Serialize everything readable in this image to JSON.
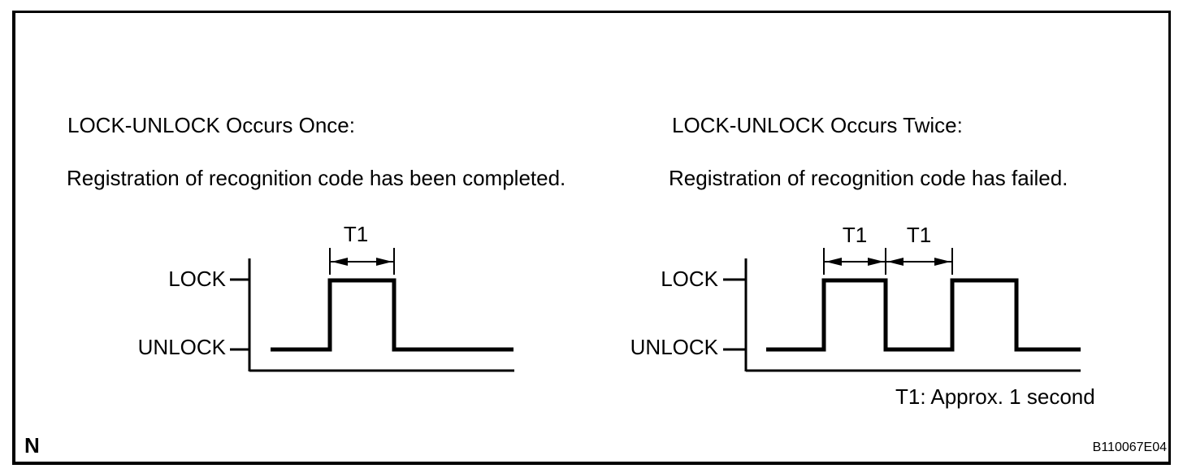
{
  "page": {
    "background_color": "#ffffff",
    "ink_color": "#000000"
  },
  "panels": [
    {
      "heading": "LOCK-UNLOCK Occurs Once:",
      "description": "Registration of recognition code has been completed.",
      "diagram": {
        "high_label": "LOCK",
        "low_label": "UNLOCK",
        "intervals": [
          "T1"
        ],
        "waveform": {
          "type": "pulse-train",
          "pulse_count": 1,
          "levels_sequence": [
            "UNLOCK",
            "LOCK",
            "UNLOCK"
          ],
          "pulse_width_label": "T1"
        }
      }
    },
    {
      "heading": "LOCK-UNLOCK Occurs Twice:",
      "description": "Registration of recognition code has failed.",
      "diagram": {
        "high_label": "LOCK",
        "low_label": "UNLOCK",
        "intervals": [
          "T1",
          "T1"
        ],
        "waveform": {
          "type": "pulse-train",
          "pulse_count": 2,
          "levels_sequence": [
            "UNLOCK",
            "LOCK",
            "UNLOCK",
            "LOCK",
            "UNLOCK"
          ],
          "pulse_width_label": "T1",
          "gap_width_label": "T1"
        }
      }
    }
  ],
  "footnote": "T1: Approx. 1 second",
  "footer": {
    "page_marker": "N",
    "figure_code": "B110067E04"
  }
}
